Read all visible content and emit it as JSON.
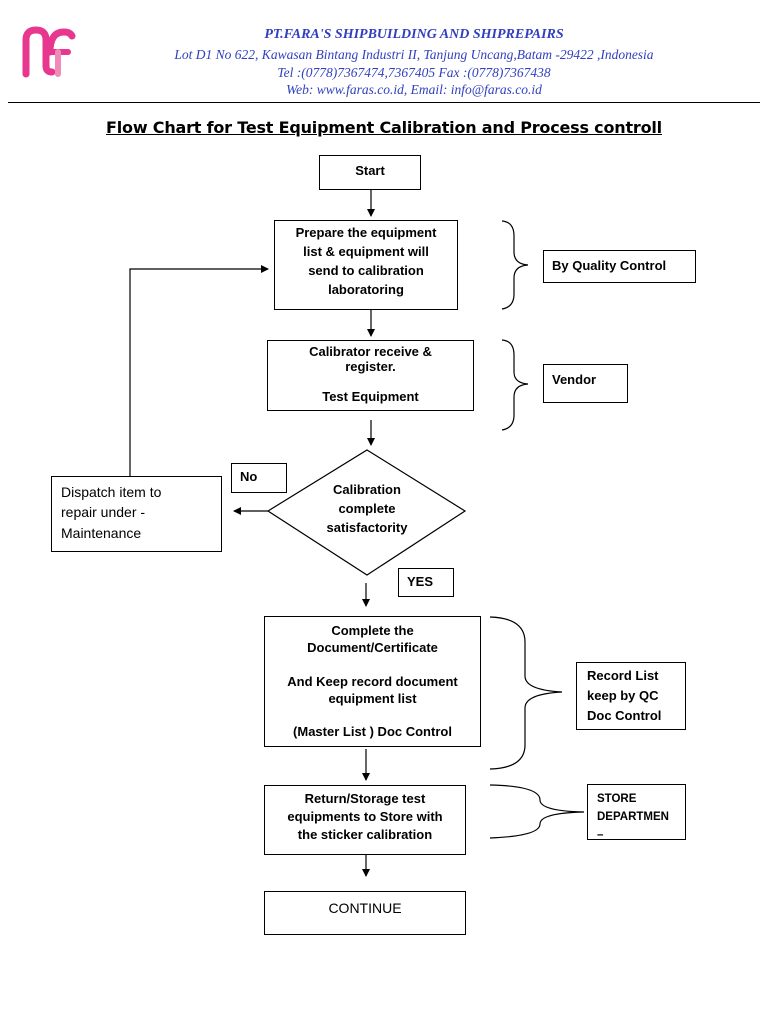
{
  "header": {
    "company": "PT.FARA'S SHIPBUILDING AND SHIPREPAIRS",
    "address": "Lot D1 No 622, Kawasan Bintang Industri II, Tanjung Uncang,Batam -29422 ,Indonesia",
    "tel": "Tel :(0778)7367474,7367405 Fax :(0778)7367438",
    "web": "Web: www.faras.co.id, Email: info@faras.co.id",
    "logo_icon": "nf-logo",
    "accent_color": "#2f3fbf",
    "logo_color": "#e8378f"
  },
  "title": "Flow Chart for Test Equipment Calibration and Process controll",
  "nodes": {
    "start": "Start",
    "prepare": "Prepare the equipment\nlist & equipment will\nsend to calibration\nlaboratoring",
    "calibrator": "Calibrator receive  &\nregister.\n\nTest Equipment",
    "decision": "Calibration\ncomplete\nsatisfactority",
    "dispatch": "Dispatch item to\nrepair under -\nMaintenance",
    "complete_doc": "Complete the\nDocument/Certificate\n\nAnd Keep record document\nequipment list\n\n(Master List ) Doc Control",
    "return_storage": "Return/Storage test\nequipments to  Store with\nthe sticker calibration",
    "continue": "CONTINUE"
  },
  "labels": {
    "no": "No",
    "yes": "YES",
    "quality_control": "By Quality Control",
    "vendor": "Vendor",
    "record_list": "Record List\nkeep by QC\nDoc Control",
    "store_department": "STORE\nDEPARTMEN\n–"
  }
}
